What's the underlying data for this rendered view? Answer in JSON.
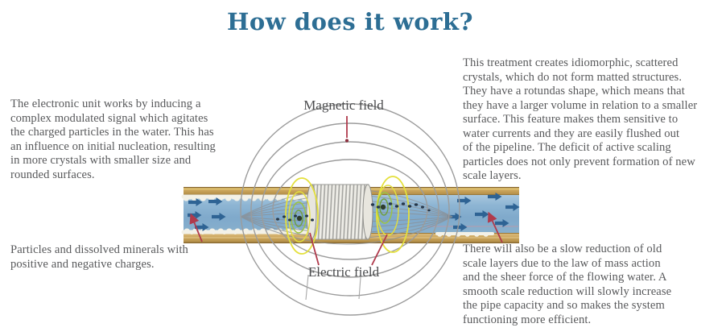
{
  "page": {
    "title": "How does it work?"
  },
  "paragraphs": {
    "left_top": "The electronic unit works by inducing a\ncomplex modulated signal which agitates\nthe charged particles in the water. This has\nan influence on initial nucleation, resulting\nin more crystals with smaller size and\nrounded surfaces.",
    "left_bottom": "Particles and dissolved minerals with\npositive and negative charges.",
    "right_top": "This treatment creates idiomorphic, scattered\ncrystals, which do not form matted structures.\nThey have a rotundas shape, which means that\nthey have a larger volume in relation to a smaller\nsurface. This feature makes them sensitive to\nwater currents and they are easily flushed out\nof the pipeline. The deficit of active scaling\nparticles does not only prevent formation of new\nscale layers.",
    "right_bottom": "There will also be a slow reduction of old\nscale layers due to the law of mass action\nand the sheer force of the flowing water. A\nsmooth scale reduction will slowly increase\nthe pipe capacity and so makes the system\nfunctioning more efficient."
  },
  "diagram": {
    "magnetic_label": "Magnetic field",
    "electric_label": "Electric field"
  },
  "colors": {
    "title_blue": "#2d6e94",
    "body_text_gray": "#58595b",
    "pointer_red": "#b03a4c",
    "field_line_gray": "#9c9c9c",
    "electric_yellow": "#e4e03c",
    "electric_green": "#8fbf3c",
    "pipe_wall_tan": "#c8a258",
    "water_blue": "#86afd0",
    "flow_arrow_blue": "#2e6394",
    "scale_white": "#f3f1e7"
  }
}
